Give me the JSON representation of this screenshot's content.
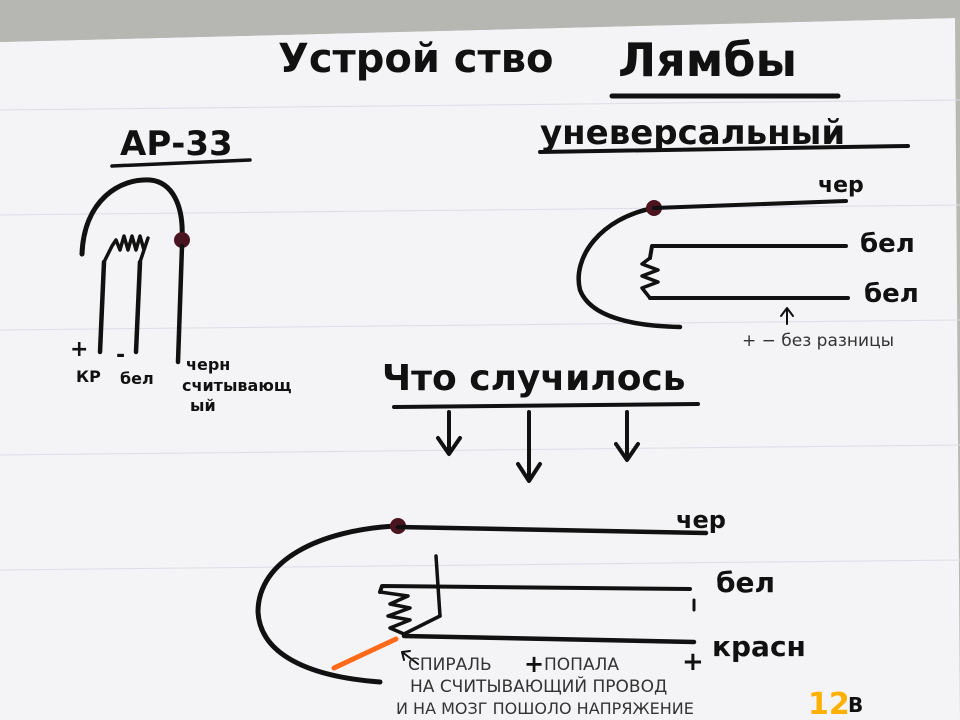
{
  "title": {
    "prefix": "Устрой ство",
    "word": "Лямбы"
  },
  "left": {
    "heading": "АР-33",
    "plus": "+",
    "minus": "-",
    "wire_red": "КР",
    "wire_white": "бел",
    "wire_black_1": "черн",
    "wire_black_2": "считывающ",
    "wire_black_3": "ый"
  },
  "right": {
    "heading": "уневерсальный",
    "wire_top": "чер",
    "wire_mid": "бел",
    "wire_bot": "бел",
    "note": "+ − без разницы"
  },
  "middle": {
    "heading": "Что случилось"
  },
  "bottom": {
    "wire_top": "чер",
    "wire_mid": "бел",
    "wire_bot": "красн",
    "plus": "+",
    "note_1a": "СПИРАЛЬ",
    "note_1b": "ПОПАЛА",
    "note_2": "НА СЧИТЫВАЮЩИЙ ПРОВОД",
    "note_3": "И НА МОЗГ ПОШОЛО НАПРЯЖЕНИЕ",
    "voltage_num": "12",
    "voltage_unit": "В"
  },
  "colors": {
    "ink": "#111111",
    "paper": "#f4f4f6",
    "orange": "#ff6a1a",
    "highlight": "#ffb000"
  }
}
